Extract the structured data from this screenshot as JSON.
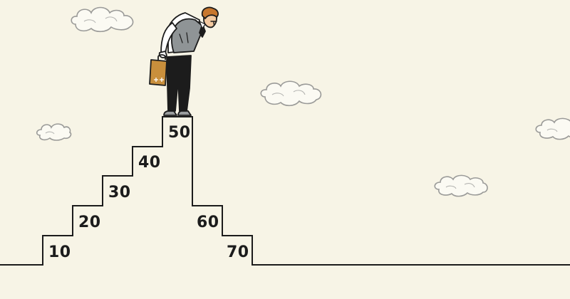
{
  "steps": [
    {
      "label": "10"
    },
    {
      "label": "20"
    },
    {
      "label": "30"
    },
    {
      "label": "40"
    },
    {
      "label": "50"
    },
    {
      "label": "60"
    },
    {
      "label": "70"
    }
  ],
  "colors": {
    "background": "#f7f4e6",
    "ink": "#1c1c1c",
    "briefcase": "#c98f3c",
    "vest": "#8f9496",
    "hair": "#c8772e",
    "skin": "#f3c9a0"
  },
  "icons": [
    "cloud-icon",
    "briefcase-icon",
    "businessman-figure"
  ]
}
